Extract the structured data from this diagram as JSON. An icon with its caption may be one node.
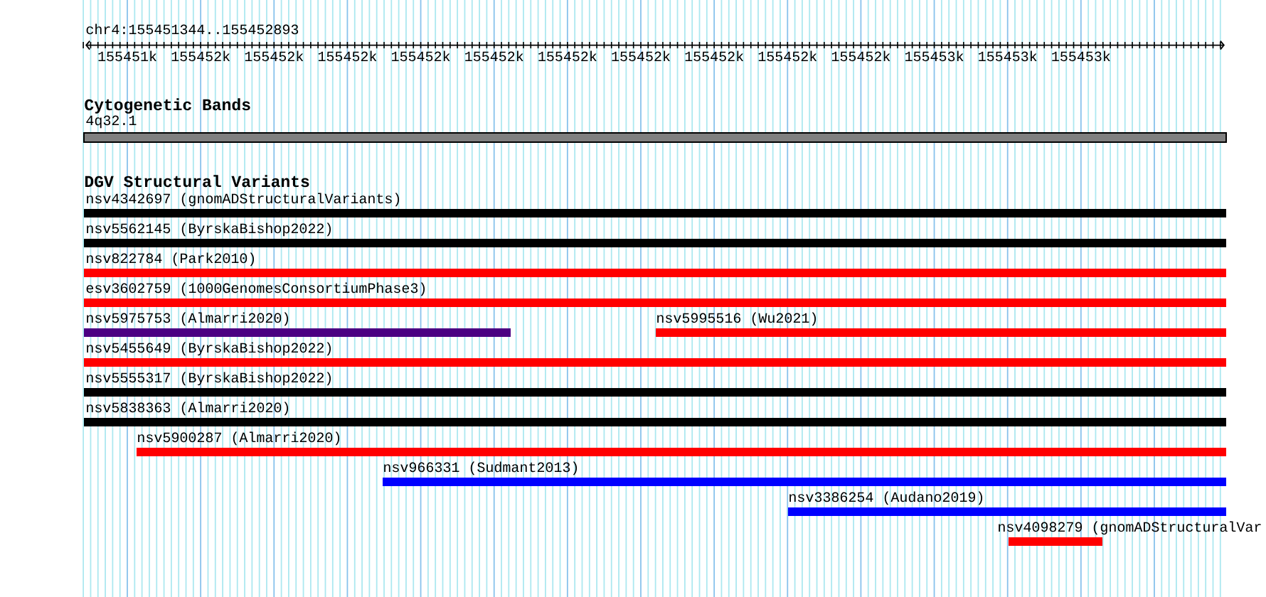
{
  "diagram": {
    "nodes": [
      {
        "text": [
          "4q32.1"
        ]
      },
      {
        "text": [
          "nsv4342697 (gnomADStructuralVariants)"
        ]
      },
      {
        "text": [
          "nsv5562145 (ByrskaBishop2022)"
        ]
      },
      {
        "text": [
          "nsv822784 (Park2010)"
        ]
      },
      {
        "text": [
          "esv3602759 (1000GenomesConsortiumPhase3)"
        ]
      },
      {
        "text": [
          "nsv5975753 (Almarri2020)"
        ]
      },
      {
        "text": [
          "nsv5995516 (Wu2021)"
        ]
      },
      {
        "text": [
          "nsv5455649 (ByrskaBishop2022)"
        ]
      },
      {
        "text": [
          "nsv5555317 (ByrskaBishop2022)"
        ]
      },
      {
        "text": [
          "nsv5838363 (Almarri2020)"
        ]
      },
      {
        "text": [
          "nsv5900287 (Almarri2020)"
        ]
      },
      {
        "text": [
          "nsv966331 (Sudmant2013)"
        ]
      },
      {
        "text": [
          "nsv3386254 (Audano2019)"
        ]
      },
      {
        "text": [
          "nsv4098279 (gnomADStructuralVar"
        ]
      }
    ],
    "labels": [
      "chr4:155451344..155452893",
      "155451k",
      "155452k",
      "155452k",
      "155452k",
      "155452k",
      "155452k",
      "155452k",
      "155452k",
      "155452k",
      "155452k",
      "155452k",
      "155453k",
      "155453k",
      "155453k",
      "Cytogenetic Bands",
      "DGV Structural Variants"
    ]
  }
}
